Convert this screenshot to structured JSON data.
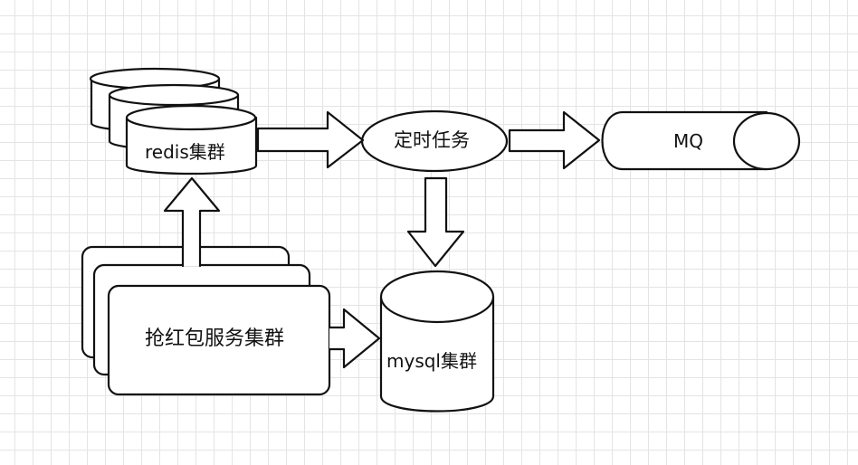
{
  "nodes": {
    "redis": {
      "label": "redis集群"
    },
    "timer": {
      "label": "定时任务"
    },
    "mq": {
      "label": "MQ"
    },
    "service": {
      "label": "抢红包服务集群"
    },
    "mysql": {
      "label": "mysql集群"
    }
  },
  "edges": [
    {
      "from": "redis",
      "to": "timer"
    },
    {
      "from": "timer",
      "to": "mq"
    },
    {
      "from": "timer",
      "to": "mysql"
    },
    {
      "from": "service",
      "to": "redis"
    },
    {
      "from": "service",
      "to": "mysql"
    }
  ],
  "colors": {
    "stroke": "#111111",
    "background": "#ffffff",
    "grid": "#e4e4e4"
  }
}
